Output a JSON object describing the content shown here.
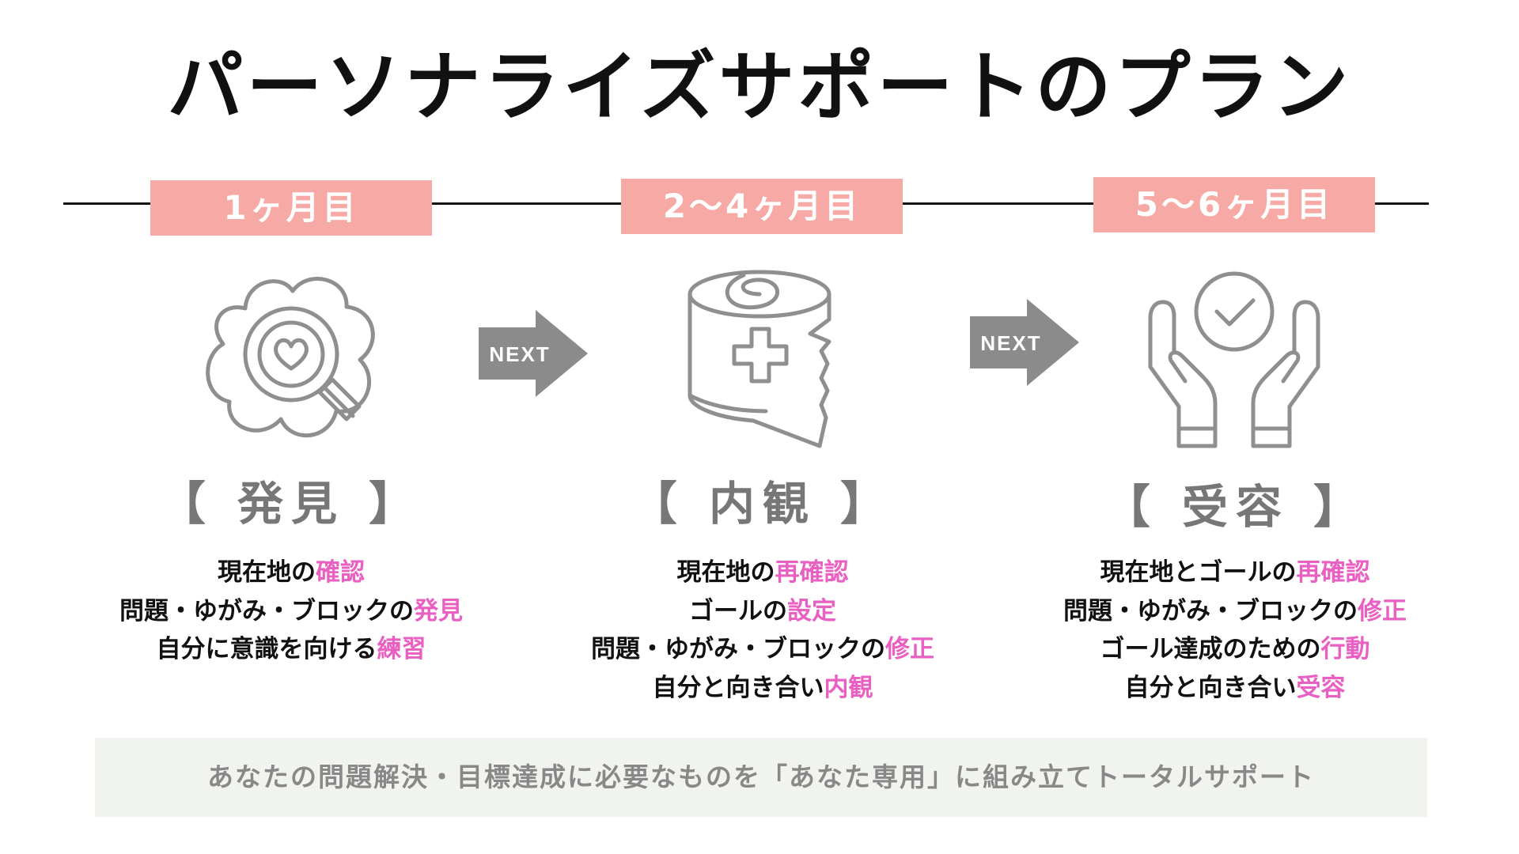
{
  "title": "パーソナライズサポートのプラン",
  "colors": {
    "badge": "#f6a9a5",
    "highlight": "#ea60c2",
    "icon_stroke": "#8f8f8f",
    "arrow_fill": "#8b8b8b",
    "footer_bg": "#f1f3ee"
  },
  "next_label": "NEXT",
  "steps": [
    {
      "period": "1ヶ月目",
      "icon": "heart-magnifier-cloud-icon",
      "phase": "【 発見 】",
      "lines": [
        {
          "text": "現在地の",
          "highlight": "確認"
        },
        {
          "text": "問題・ゆがみ・ブロックの",
          "highlight": "発見"
        },
        {
          "text": "自分に意識を向ける",
          "highlight": "練習"
        }
      ]
    },
    {
      "period": "2〜4ヶ月目",
      "icon": "bandage-roll-icon",
      "phase": "【 内観 】",
      "lines": [
        {
          "text": "現在地の",
          "highlight": "再確認"
        },
        {
          "text": "ゴールの",
          "highlight": "設定"
        },
        {
          "text": "問題・ゆがみ・ブロックの",
          "highlight": "修正"
        },
        {
          "text": "自分と向き合い",
          "highlight": "内観"
        }
      ]
    },
    {
      "period": "5〜6ヶ月目",
      "icon": "hands-check-icon",
      "phase": "【 受容 】",
      "lines": [
        {
          "text": "現在地とゴールの",
          "highlight": "再確認"
        },
        {
          "text": "問題・ゆがみ・ブロックの",
          "highlight": "修正"
        },
        {
          "text": "ゴール達成のための",
          "highlight": "行動"
        },
        {
          "text": "自分と向き合い",
          "highlight": "受容"
        }
      ]
    }
  ],
  "footer": "あなたの問題解決・目標達成に必要なものを「あなた専用」に組み立てトータルサポート"
}
